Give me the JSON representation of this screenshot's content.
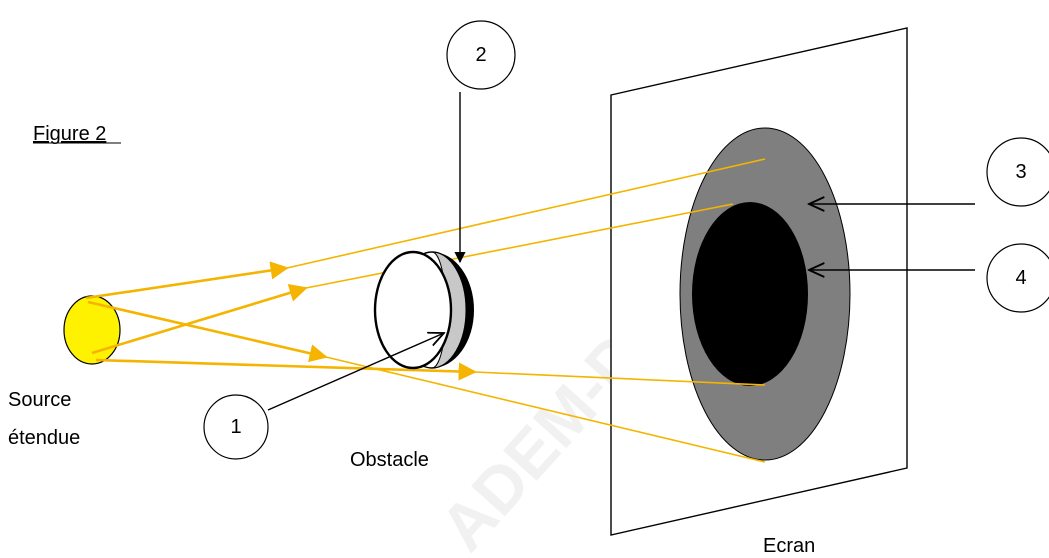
{
  "figure_label": "Figure 2",
  "source_label_line1": "Source",
  "source_label_line2": "étendue",
  "obstacle_label": "Obstacle",
  "screen_label": "Ecran",
  "callouts": [
    "1",
    "2",
    "3",
    "4"
  ],
  "watermark": "ADEM-DZ",
  "colors": {
    "source": "#fff200",
    "rays": "#f5b400",
    "penumbra": "#7f7f7f",
    "umbra": "#000000"
  }
}
